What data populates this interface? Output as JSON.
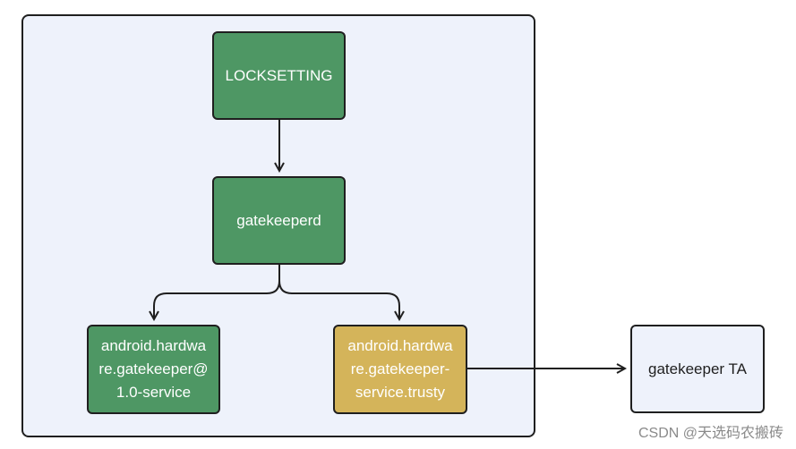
{
  "diagram": {
    "nodes": {
      "locksetting": {
        "label": "LOCKSETTING"
      },
      "gatekeeperd": {
        "label": "gatekeeperd"
      },
      "hal_service": {
        "lines": [
          "android.hardwa",
          "re.gatekeeper@",
          "1.0-service"
        ]
      },
      "trusty_service": {
        "lines": [
          "android.hardwa",
          "re.gatekeeper-",
          "service.trusty"
        ]
      },
      "gatekeeper_ta": {
        "label": "gatekeeper TA"
      }
    },
    "edges": [
      {
        "from": "locksetting",
        "to": "gatekeeperd"
      },
      {
        "from": "gatekeeperd",
        "to": "hal_service"
      },
      {
        "from": "gatekeeperd",
        "to": "trusty_service"
      },
      {
        "from": "trusty_service",
        "to": "gatekeeper_ta"
      }
    ],
    "colors": {
      "node_green": "#4e9764",
      "node_yellow": "#d4b45a",
      "container_fill": "#eef2fb",
      "stroke": "#1f1f1f"
    }
  },
  "watermark": "CSDN @天选码农搬砖"
}
